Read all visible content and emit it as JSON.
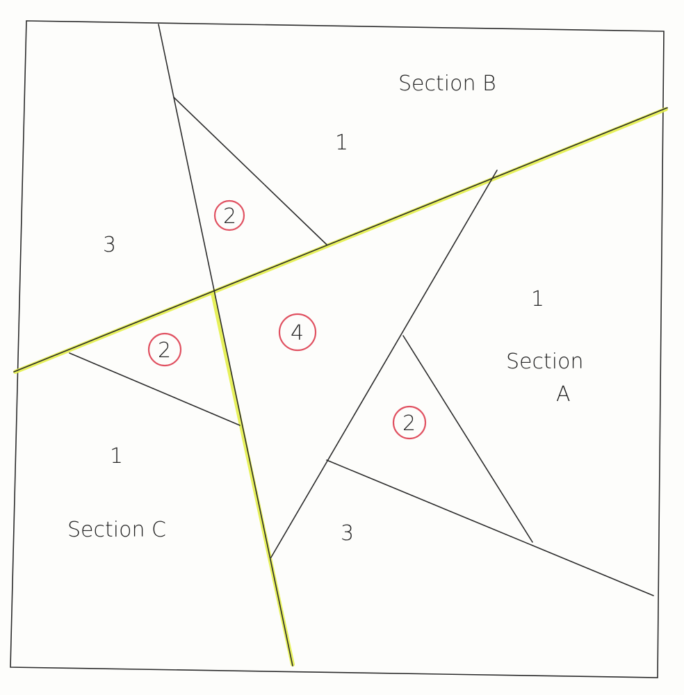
{
  "sections": [
    {
      "name": "Section B",
      "pieces": [
        "1",
        "2",
        "3"
      ]
    },
    {
      "name": "Section A",
      "pieces": [
        "1",
        "2",
        "3"
      ]
    },
    {
      "name": "Section C",
      "pieces": [
        "1",
        "2"
      ]
    }
  ],
  "labels": {
    "section_b": "Section B",
    "section_a_line1": "Section",
    "section_a_line2": "A",
    "section_c": "Section C",
    "b_piece_1": "1",
    "b_piece_2": "2",
    "b_piece_3": "3",
    "center_piece": "4",
    "a_piece_1": "1",
    "a_piece_2": "2",
    "a_piece_3": "3",
    "c_piece_1": "1",
    "c_piece_2": "2"
  },
  "colors": {
    "ink": "#2a2a2a",
    "highlight": "#e4f04a",
    "circle": "#e05060"
  }
}
